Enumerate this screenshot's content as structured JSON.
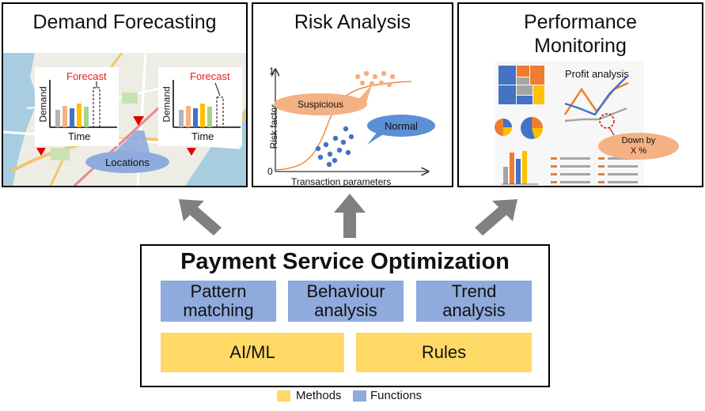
{
  "panels": {
    "demand": {
      "title": "Demand Forecasting",
      "chart_forecast_label": "Forecast",
      "chart_y_label": "Demand",
      "chart_x_label": "Time",
      "locations_label": "Locations"
    },
    "risk": {
      "title": "Risk Analysis",
      "y_axis_label": "Risk factor",
      "x_axis_label": "Transaction parameters",
      "y_top_tick": "1",
      "origin_tick": "0",
      "suspicious_label": "Suspicious",
      "normal_label": "Normal"
    },
    "performance": {
      "title": "Performance\nMonitoring",
      "profit_label": "Profit analysis",
      "callout_label": "Down by\nX %"
    }
  },
  "main": {
    "title": "Payment Service Optimization",
    "functions": [
      "Pattern\nmatching",
      "Behaviour\nanalysis",
      "Trend\nanalysis"
    ],
    "methods": [
      "AI/ML",
      "Rules"
    ]
  },
  "legend": {
    "methods_label": "Methods",
    "functions_label": "Functions",
    "methods_color": "#ffd966",
    "functions_color": "#8faadc"
  },
  "colors": {
    "arrow": "#808080",
    "orange": "#f4b183",
    "blue_point": "#4472c4",
    "normal_bubble": "#5b8fd6",
    "map_land": "#eeede5",
    "map_water": "#a9cde0"
  }
}
